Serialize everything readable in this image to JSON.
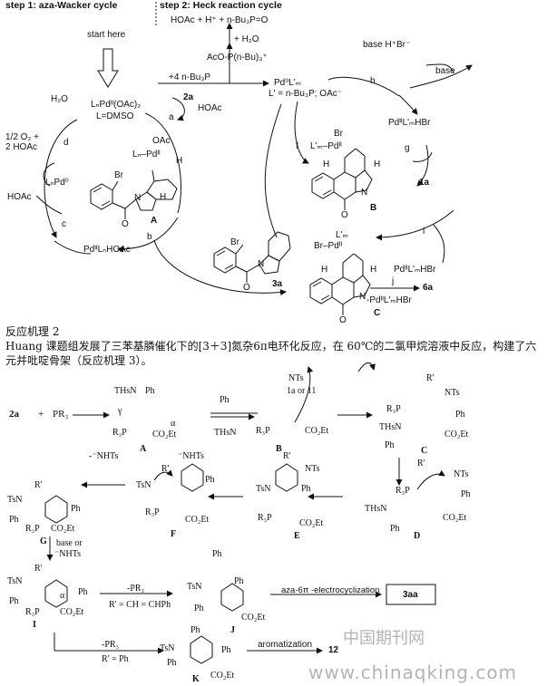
{
  "top": {
    "step1": "step 1: aza-Wacker cycle",
    "step2": "step 2: Heck reaction cycle",
    "start": "start here",
    "hoac_top": "HOAc + H⁺ + n-Bu₃P=O",
    "h2o_plus": "+ H₂O",
    "aco_p": "AcO-P(n-Bu)₃⁺",
    "plus4": "+4 n-Bu₃P",
    "pd0": "Pd⁰L'ₘ",
    "lprime": "L' = n-Bu₃P; OAc⁻",
    "baseHBr": "base H⁺Br⁻",
    "base": "base",
    "h2o": "H₂O",
    "lnpd": "LₙPdᴵᴵ(OAc)₂",
    "ldmso": "L=DMSO",
    "two_a": "2a",
    "hoac1": "HOAc",
    "o2": "1/2 O₂ +",
    "hoac2": "2 HOAc",
    "lnpd0": "LₙPd⁰",
    "hoac3": "HOAc",
    "oac": "OAc",
    "lnpdII": "Lₙ–Pdᴵᴵ",
    "br_a": "Br",
    "label_A": "A",
    "pdHoac": "PdᴵᴵLₙHOAc",
    "pdHBr1": "PdᴵᴵL'ₘHBr",
    "one_a": "1a",
    "br_b": "Br",
    "lpd_b": "L'ₘ–Pdᴵᴵ",
    "label_B": "B",
    "lm_c": "L'ₘ",
    "brpd_c": "Br–Pdᴵᴵ",
    "label_C": "C",
    "br_3a": "Br",
    "label_3a": "3a",
    "pdHBr2": "PdᴵᴵL'ₘHBr",
    "six_a": "6a",
    "minus_pd": "-PdᴵᴵL'ₘHBr",
    "h_atom": "H",
    "n_atom": "N",
    "o_atom": "O",
    "letters": {
      "a": "a",
      "b": "b",
      "c": "c",
      "d": "d",
      "f": "f",
      "g": "g",
      "h": "h",
      "i": "i",
      "j": "j"
    }
  },
  "body": {
    "heading": "反应机理 2",
    "para": "Huang 课题组发展了三苯基膦催化下的[3＋3]氮杂6π电环化反应，在 60℃的二氯甲烷溶液中反应，构建了六元并吡啶骨架（反应机理 3）。"
  },
  "bottom": {
    "two_a": "2a",
    "plus": "+",
    "pr3": "PR₃",
    "one_a_or_11": "1a or 11",
    "nts": "NTs",
    "thsn": "THsN",
    "ths_n": "THsN",
    "tsn": "TsN",
    "r3p": "R₃P",
    "co2et": "CO₂Et",
    "ph": "Ph",
    "r_prime": "R'",
    "gamma": "γ",
    "alpha": "α",
    "minus_nhts": "-⁻NHTs",
    "base_or": "base or",
    "nhts": "⁻NHTs",
    "minus_pr3": "-PR₃",
    "r_chph": "R' = CH = CHPh",
    "r_ph": "R' = Ph",
    "aza": "aza-6π -electrocyclization",
    "three_aa": "3aa",
    "aromatization": "aromatization",
    "twelve": "12",
    "labels": {
      "A": "A",
      "B": "B",
      "C": "C",
      "D": "D",
      "E": "E",
      "F": "F",
      "G": "G",
      "I": "I",
      "J": "J",
      "K": "K"
    }
  },
  "watermark": {
    "cn": "中国期刊网",
    "url": "www.chinaqking.com"
  }
}
